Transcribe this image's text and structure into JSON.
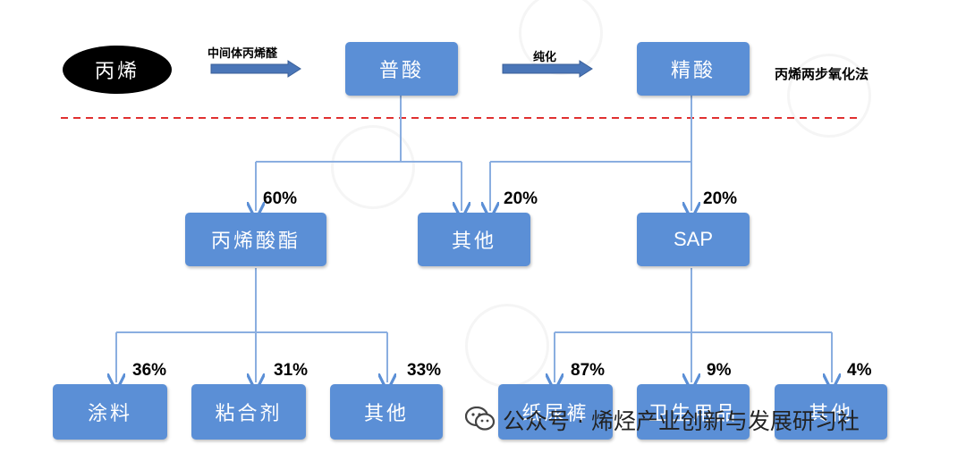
{
  "top": {
    "source": "丙烯",
    "intermediate_label": "中间体丙烯醛",
    "crude": "普酸",
    "purify_label": "纯化",
    "refined": "精酸",
    "method": "丙烯两步氧化法"
  },
  "level2": {
    "acrylate": {
      "label": "丙烯酸酯",
      "pct": "60%"
    },
    "other": {
      "label": "其他",
      "pct": "20%"
    },
    "sap": {
      "label": "SAP",
      "pct": "20%"
    }
  },
  "level3": {
    "coating": {
      "label": "涂料",
      "pct": "36%"
    },
    "adhesive": {
      "label": "粘合剂",
      "pct": "31%"
    },
    "other_a": {
      "label": "其他",
      "pct": "33%"
    },
    "diapers": {
      "label": "纸尿裤",
      "pct": "87%"
    },
    "sanitary": {
      "label": "卫生用品",
      "pct": "9%"
    },
    "other_b": {
      "label": "其他",
      "pct": "4%"
    }
  },
  "watermark": {
    "text": "公众号 · 烯烃产业创新与发展研习社",
    "icon": "wechat-icon"
  },
  "colors": {
    "box": "#5b8fd6",
    "line": "#8aaee0",
    "divider": "#e03030",
    "arrow": "#4a76b8"
  }
}
